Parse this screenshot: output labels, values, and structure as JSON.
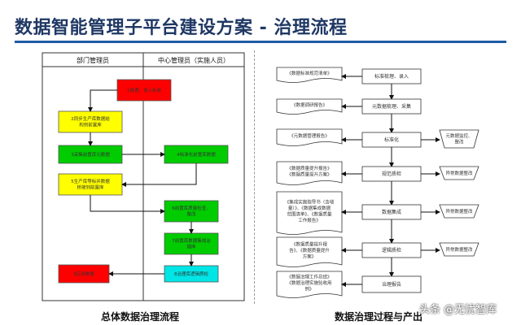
{
  "page": {
    "title": "数据智能管理子平台建设方案 - 治理流程"
  },
  "left": {
    "caption": "总体数据治理流程",
    "lanes": [
      "部门管理员",
      "中心管理员（实施人员）"
    ],
    "steps": [
      {
        "id": "s1",
        "lines": [
          "1梳理、录入标准"
        ],
        "color": "#ff0000"
      },
      {
        "id": "s2",
        "lines": [
          "2同步生产库数据结",
          "构到前置库"
        ],
        "color": "#ffff00"
      },
      {
        "id": "s3",
        "lines": [
          "3采集前置库元数据"
        ],
        "color": "#00cc00"
      },
      {
        "id": "s4",
        "lines": [
          "4标准化前置库数据"
        ],
        "color": "#00cc00"
      },
      {
        "id": "s5",
        "lines": [
          "5生产库等标并数据",
          "桥接到前置库"
        ],
        "color": "#ffff00"
      },
      {
        "id": "s6",
        "lines": [
          "6前置库质量检查、",
          "整改"
        ],
        "color": "#00cc00"
      },
      {
        "id": "s7",
        "lines": [
          "7前置库数据集成治",
          "理库"
        ],
        "color": "#00cc00"
      },
      {
        "id": "s8",
        "lines": [
          "8治理库逻辑质检"
        ],
        "color": "#00e5e5"
      },
      {
        "id": "s9",
        "lines": [
          "9应用数据"
        ],
        "color": "#ff0000"
      }
    ]
  },
  "right": {
    "caption": "数据治理过程与产出",
    "docs": [
      {
        "lines": [
          "《数据标准规范清单》"
        ]
      },
      {
        "lines": [
          "《数据调研报告》"
        ]
      },
      {
        "lines": [
          "《元数据管理报告》"
        ]
      },
      {
        "lines": [
          "《数据质量提升报告》",
          "《数据质量提升方案》"
        ]
      },
      {
        "lines": [
          "《集成实施指导书（含增",
          "量）》、《数据集成数据",
          "范围清单》、《数据质量",
          "工作报告》"
        ]
      },
      {
        "lines": [
          "《数据质量提升报",
          "告》、《数据质量提升",
          "方案》"
        ]
      },
      {
        "lines": [
          "《数据治理工作总结》",
          "《数据治理实施验收用",
          "例》"
        ]
      }
    ],
    "processes": [
      {
        "label": "标准梳理、录入"
      },
      {
        "label": "元数据梳理、采集"
      },
      {
        "label": "标准化"
      },
      {
        "label": "规范质检"
      },
      {
        "label": "数据集成"
      },
      {
        "label": "逻辑质检"
      },
      {
        "label": "治理报告"
      }
    ],
    "outputs": [
      {
        "lines": [
          "元数据监控、",
          "整改"
        ]
      },
      {
        "lines": [
          "异常数据整改"
        ]
      },
      {
        "lines": [
          "异常数据整改"
        ]
      },
      {
        "lines": [
          "异常数据整改"
        ]
      }
    ]
  },
  "watermark": "头条 @无忧智库"
}
